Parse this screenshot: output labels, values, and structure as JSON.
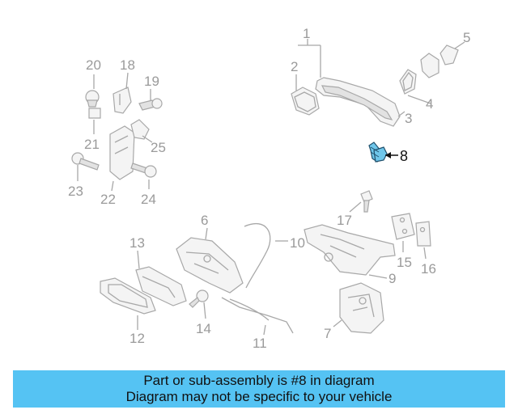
{
  "diagram": {
    "highlighted_part": "8",
    "callouts": [
      "1",
      "2",
      "3",
      "4",
      "5",
      "6",
      "7",
      "8",
      "9",
      "10",
      "11",
      "12",
      "13",
      "14",
      "15",
      "16",
      "17",
      "18",
      "19",
      "20",
      "21",
      "22",
      "23",
      "24",
      "25"
    ]
  },
  "banner": {
    "line1": "Part or sub-assembly is #8 in diagram",
    "line2": "Diagram may not be specific to your vehicle",
    "color": "#55c3f3"
  },
  "colors": {
    "highlight_fill": "#6fc6ea",
    "line_gray": "#a8a8a8",
    "label_gray": "#9a9a9a"
  }
}
